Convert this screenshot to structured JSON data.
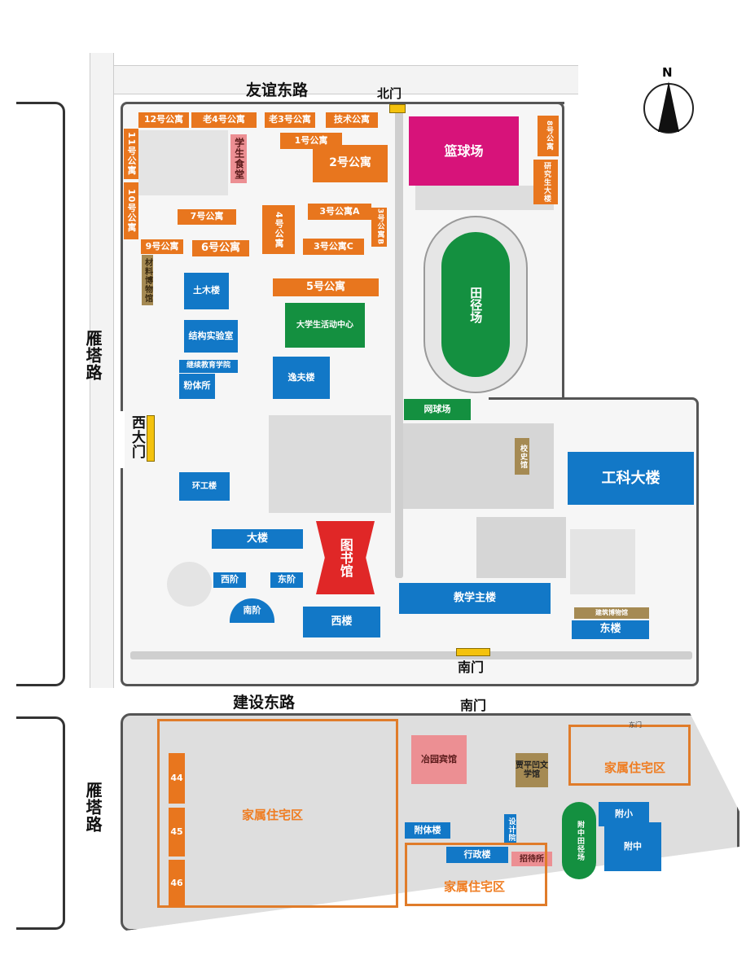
{
  "roads": {
    "north": "友谊东路",
    "west_upper": "雁塔路",
    "west_lower": "雁塔路",
    "middle": "建设东路"
  },
  "gates": {
    "north": "北门",
    "west": "西大门",
    "south": "南门",
    "south2": "南门",
    "east_small": "东门"
  },
  "compass": "N",
  "buildings_orange": [
    "12号公寓",
    "老4号公寓",
    "老3号公寓",
    "技术公寓",
    "11号公寓",
    "10号公寓",
    "1号公寓",
    "2号公寓",
    "7号公寓",
    "4号公寓",
    "3号公寓A",
    "3号公寓B",
    "3号公寓C",
    "9号公寓",
    "6号公寓",
    "5号公寓",
    "8号公寓",
    "研究生大楼"
  ],
  "buildings_blue": [
    "土木楼",
    "结构实验室",
    "继续教育学院",
    "粉体所",
    "逸夫楼",
    "环工楼",
    "大楼",
    "西阶",
    "东阶",
    "南阶",
    "西楼",
    "教学主楼",
    "东楼",
    "工科大楼"
  ],
  "buildings_other": {
    "canteen": "学生食堂",
    "materials_museum": "材料博物馆",
    "basketball": "篮球场",
    "track": "田径场",
    "tennis": "网球场",
    "activity_center": "大学生活动中心",
    "library": "图书馆",
    "history_museum": "校史馆",
    "architecture_museum": "建筑博物馆"
  },
  "south_campus": {
    "hotel": "冶园宾馆",
    "literature_museum": "贾平凹文学馆",
    "pe_building": "附体楼",
    "design_institute": "设计院",
    "admin": "行政楼",
    "guesthouse": "招待所",
    "track": "附中田径场",
    "primary": "附小",
    "middle_school": "附中",
    "residential": "家属住宅区",
    "apartments": [
      "44",
      "45",
      "46"
    ]
  },
  "colors": {
    "residence": "#e8761e",
    "teaching": "#1278c7",
    "sports": "#149040",
    "basketball": "#d7137a",
    "library": "#e02727",
    "museum": "#a58a53",
    "gate": "#f4c20d"
  }
}
